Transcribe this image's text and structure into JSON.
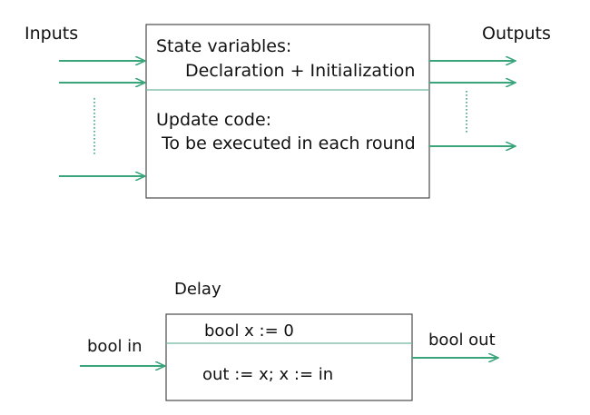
{
  "component": {
    "inputs_label": "Inputs",
    "outputs_label": "Outputs",
    "state_heading": "State variables:",
    "state_body": "Declaration + Initialization",
    "update_heading": "Update code:",
    "update_body": "To be executed in each round"
  },
  "delay": {
    "title": "Delay",
    "input_label": "bool in",
    "output_label": "bool out",
    "state_line": "bool x := 0",
    "update_line": "out := x; x := in"
  },
  "colors": {
    "arrow": "#3aa57a",
    "box_border": "#4a4a4a",
    "divider": "#6fb8a0",
    "text": "#111111"
  }
}
